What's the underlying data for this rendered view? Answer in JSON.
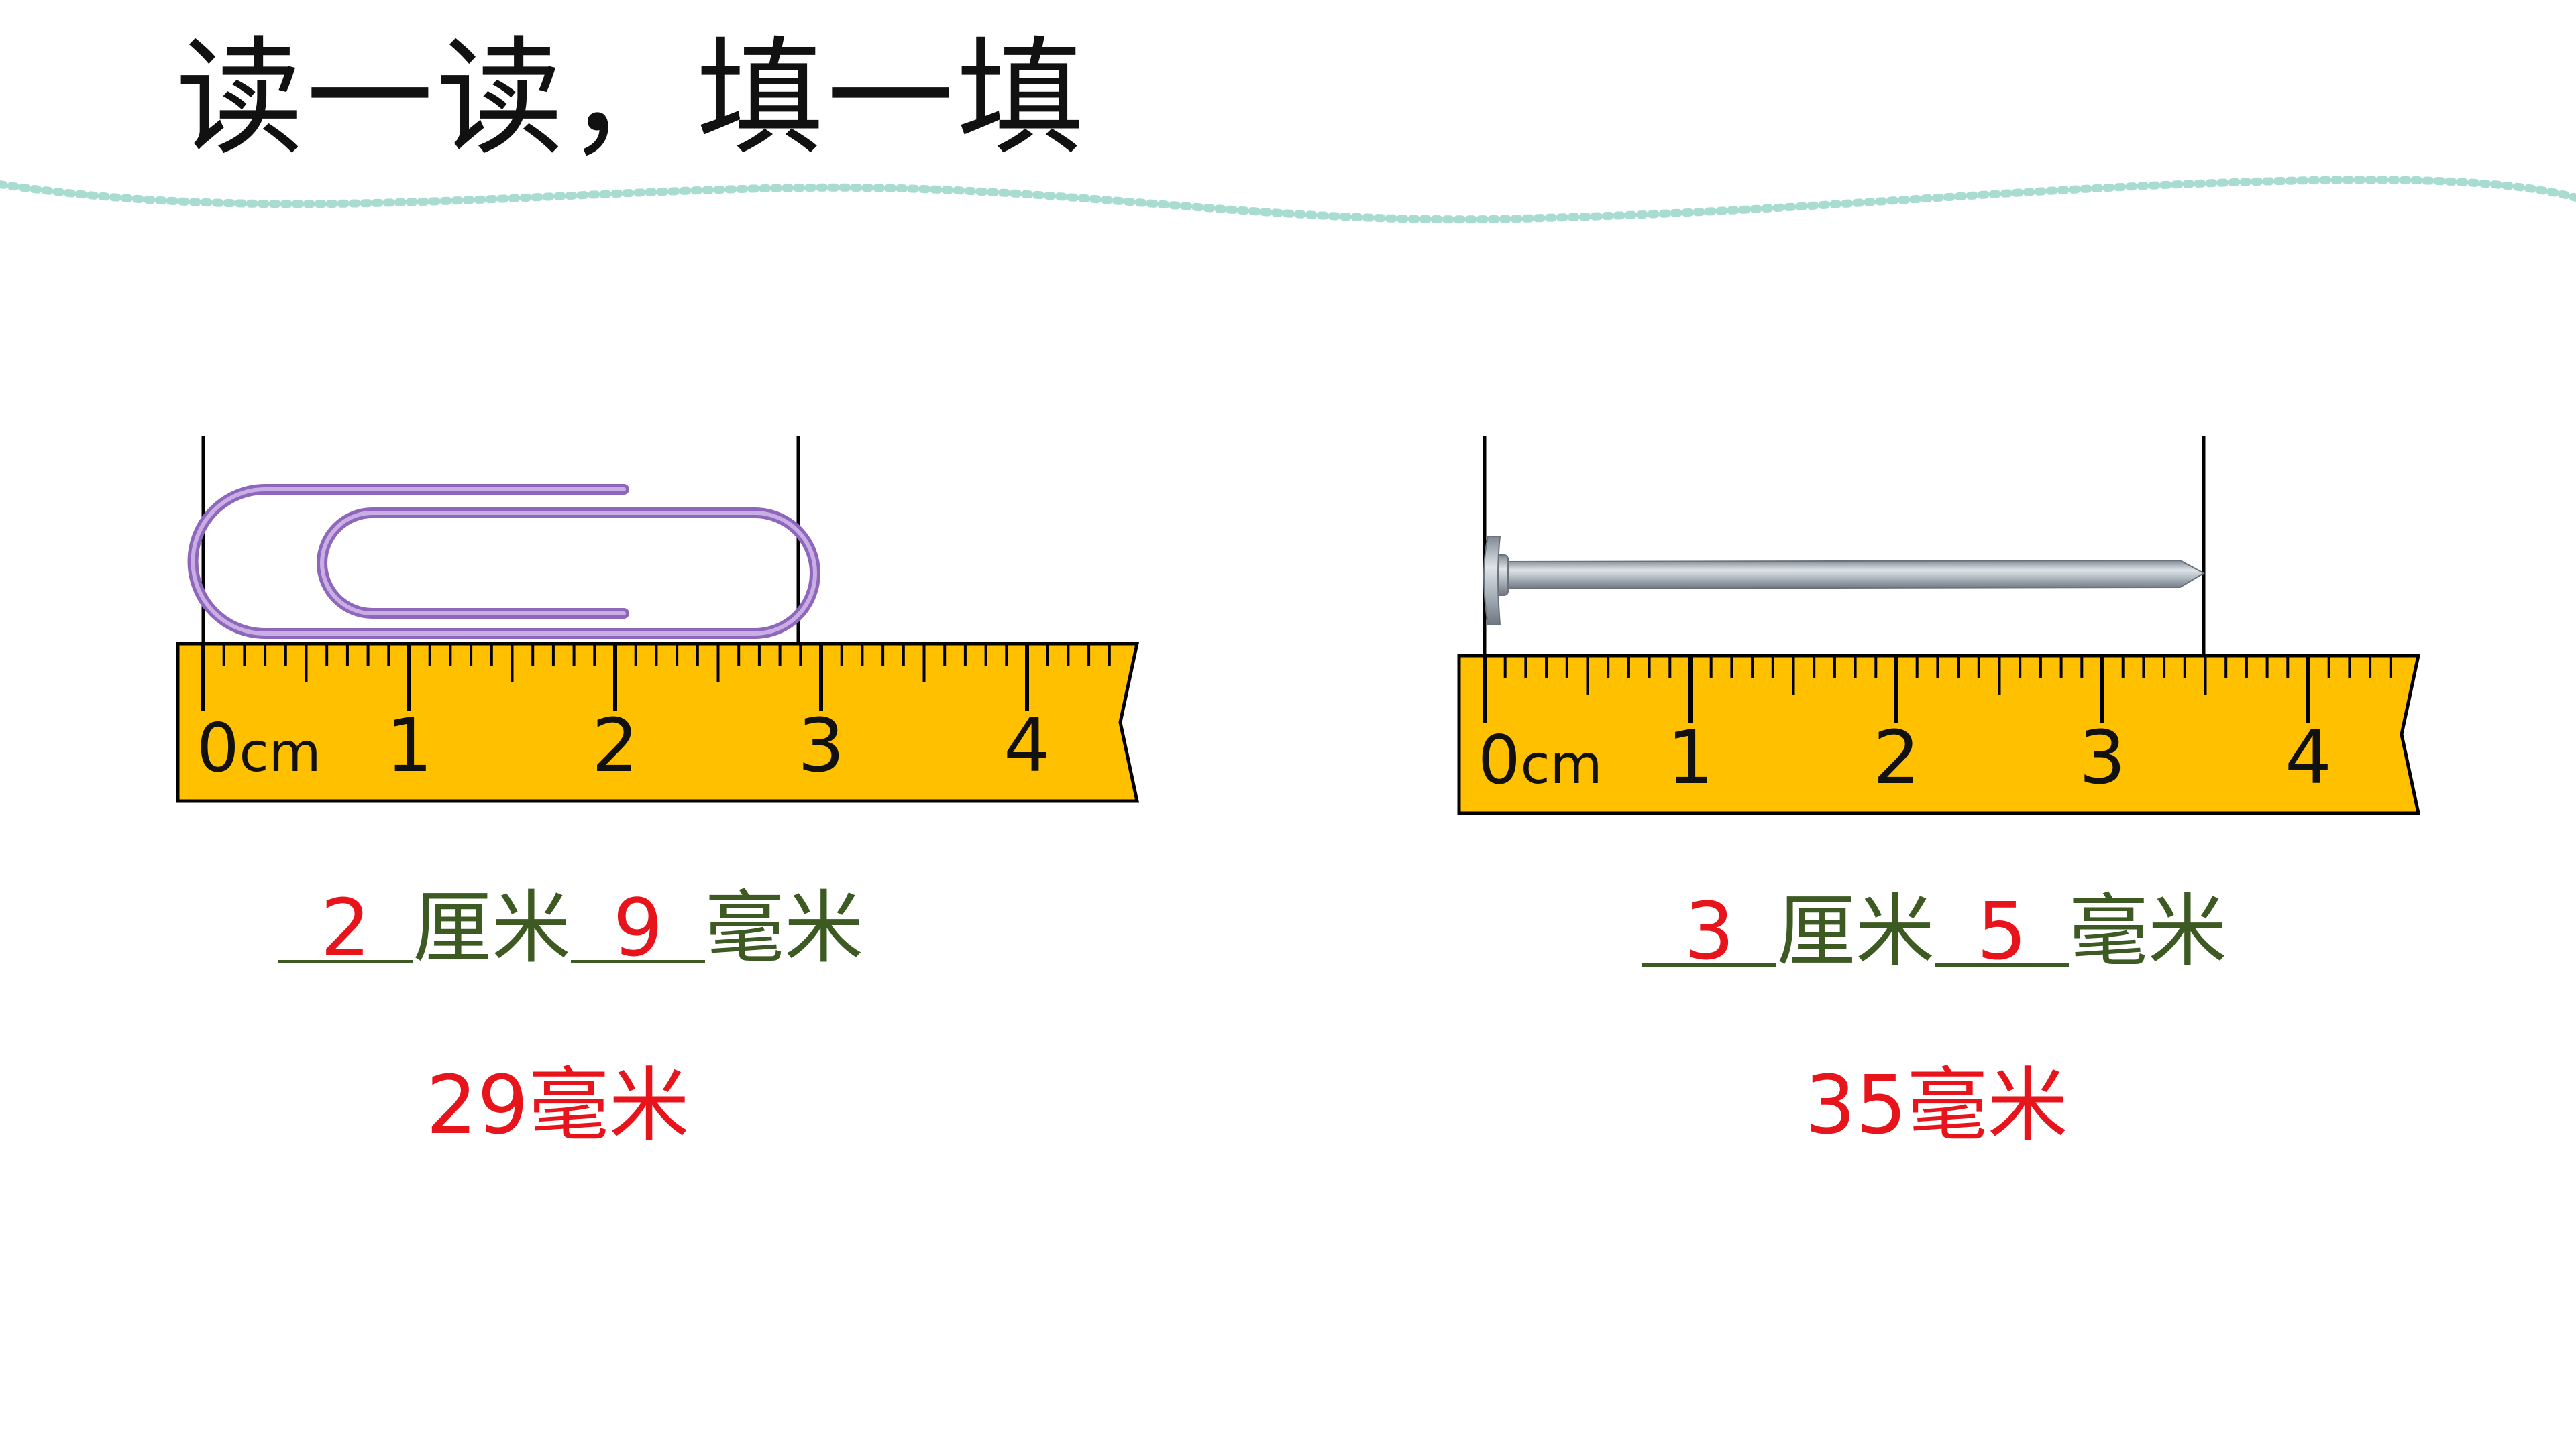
{
  "title": "读一读，填一填",
  "colors": {
    "ruler_fill": "#ffc000",
    "answer_text": "#3c5a22",
    "answer_value": "#e8141c",
    "wave_dots": "#a8dcd1",
    "clip": "#a77fd0",
    "nail": "#9aa4ae"
  },
  "rulers": [
    {
      "object": "paperclip",
      "tick_labels": [
        "0cm",
        "1",
        "2",
        "3",
        "4"
      ],
      "length_mm": 29,
      "answer": {
        "cm_value": "2",
        "cm_unit": "厘米",
        "mm_value": "9",
        "mm_unit": "毫米"
      },
      "total": "29毫米"
    },
    {
      "object": "nail",
      "tick_labels": [
        "0cm",
        "1",
        "2",
        "3",
        "4"
      ],
      "length_mm": 35,
      "answer": {
        "cm_value": "3",
        "cm_unit": "厘米",
        "mm_value": "5",
        "mm_unit": "毫米"
      },
      "total": "35毫米"
    }
  ]
}
